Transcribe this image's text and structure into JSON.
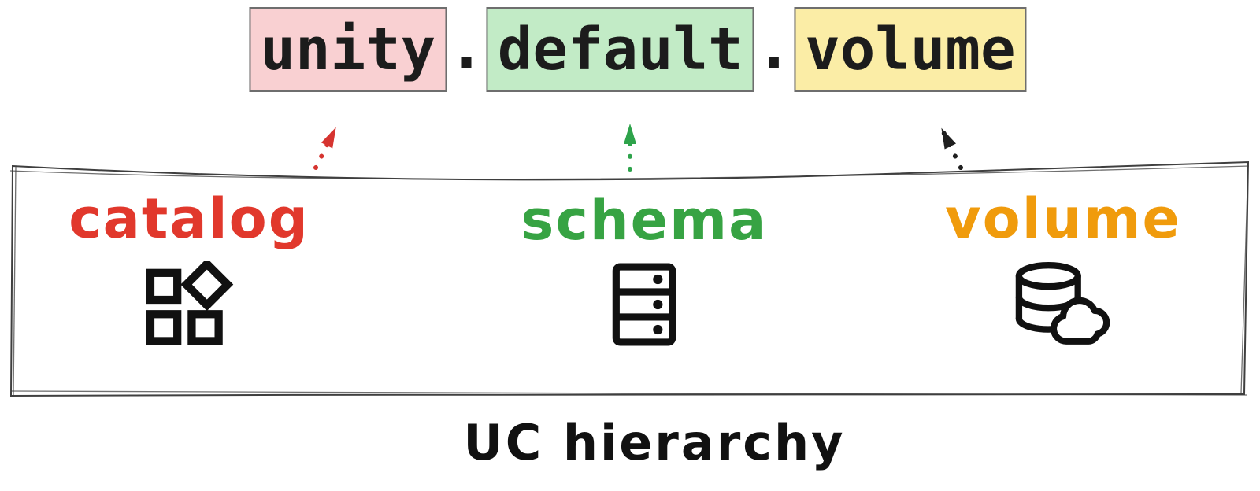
{
  "qualified_name": {
    "separator": ".",
    "parts": [
      {
        "text": "unity",
        "level": "catalog",
        "bg": "#f9d0d2"
      },
      {
        "text": "default",
        "level": "schema",
        "bg": "#c2ebc6"
      },
      {
        "text": "volume",
        "level": "volume",
        "bg": "#fbeda6"
      }
    ]
  },
  "arrows": [
    {
      "name": "catalog-arrow",
      "direction": "up-right",
      "color": "#d63430"
    },
    {
      "name": "schema-arrow",
      "direction": "up",
      "color": "#2ea34b"
    },
    {
      "name": "volume-arrow",
      "direction": "up-left",
      "color": "#1f1f1f"
    }
  ],
  "hierarchy": {
    "caption": "UC hierarchy",
    "items": [
      {
        "label": "catalog",
        "color": "#e1382c",
        "icon": "category-icon"
      },
      {
        "label": "schema",
        "color": "#37a343",
        "icon": "server-stack-icon"
      },
      {
        "label": "volume",
        "color": "#f09b0c",
        "icon": "database-cloud-icon"
      }
    ]
  },
  "colors": {
    "ink": "#111111",
    "box_border": "#3f3f3f",
    "code_text": "#1c1c1c"
  }
}
